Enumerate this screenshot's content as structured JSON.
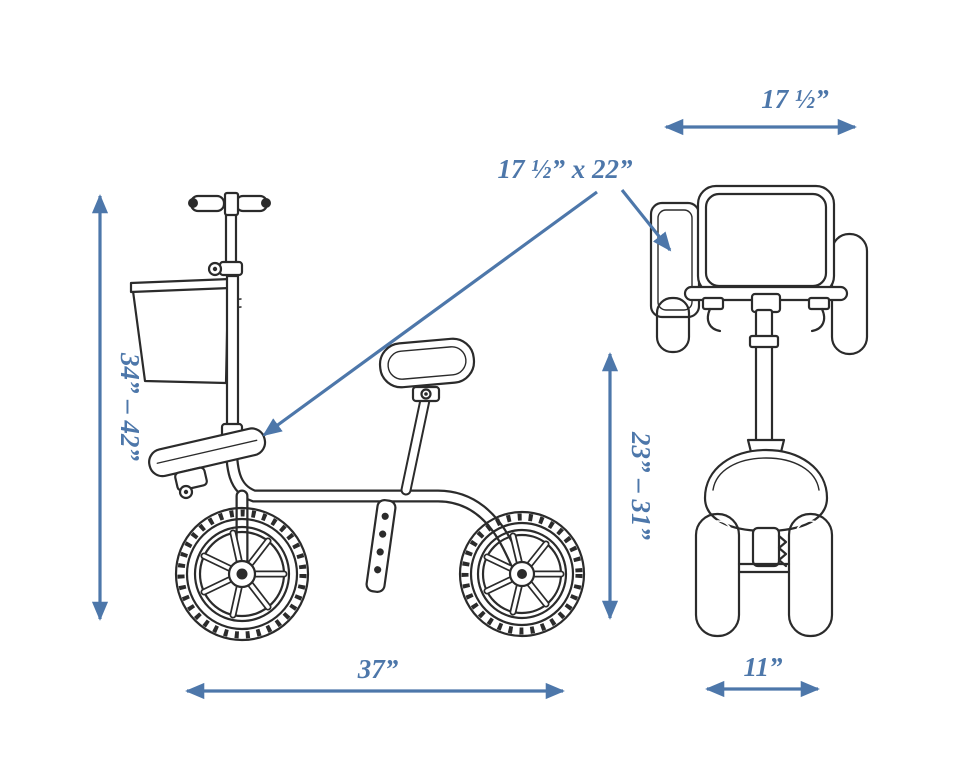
{
  "meta": {
    "title": "Knee scooter dimension diagram",
    "views": [
      "side view",
      "front view"
    ]
  },
  "colors": {
    "dimension": "#4d77aa",
    "line": "#2b2b2b"
  },
  "dimensions": {
    "front_width": "17 ½”",
    "pad_size": "17 ½” x 22”",
    "handle_height": "34” – 42”",
    "pad_height": "23” – 31”",
    "length": "37”",
    "track_width": "11”"
  }
}
